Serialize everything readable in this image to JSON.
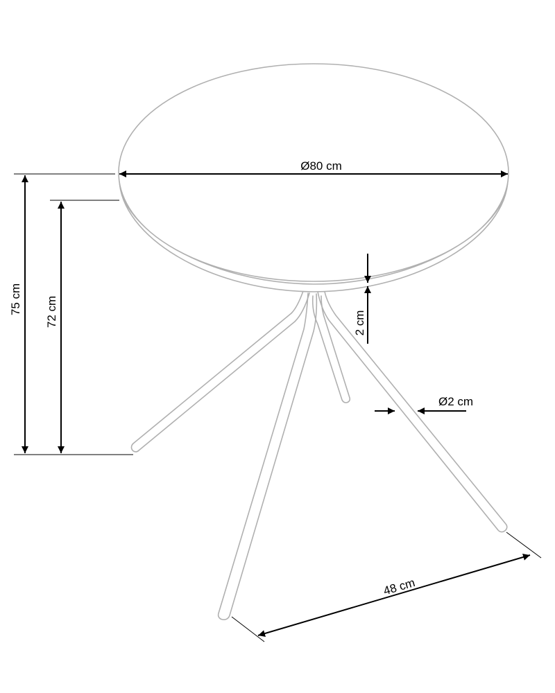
{
  "dimensions": {
    "top_diameter": "Ø80 cm",
    "total_height": "75 cm",
    "leg_height": "72 cm",
    "top_thickness": "2 cm",
    "leg_diameter": "Ø2 cm",
    "foot_span": "48 cm"
  },
  "colors": {
    "outline": "#b0b0b0",
    "dimension": "#000000",
    "background": "#ffffff"
  }
}
